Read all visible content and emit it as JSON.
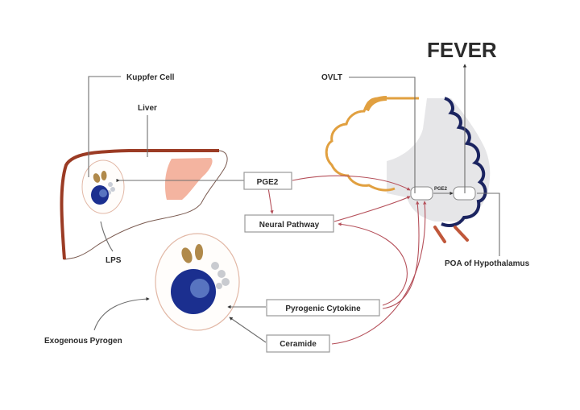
{
  "title": "FEVER",
  "labels": {
    "kupffer_cell": "Kuppfer Cell",
    "liver": "Liver",
    "lps": "LPS",
    "ovlt": "OVLT",
    "poa": "POA of Hypothalamus",
    "exogenous_pyrogen": "Exogenous Pyrogen",
    "pge2_small": "PGE2"
  },
  "boxes": {
    "pge2": "PGE2",
    "neural_pathway": "Neural Pathway",
    "pyrogenic_cytokine": "Pyrogenic Cytokine",
    "ceramide": "Ceramide"
  },
  "colors": {
    "liver_edge": "#9b3b24",
    "liver_patch": "#f4b4a0",
    "cell_outline": "#e2b8a6",
    "nucleus": "#1b2f8f",
    "nucleolus": "#5874c0",
    "granule": "#b0894a",
    "brain_orange": "#e1a040",
    "brain_navy": "#1b2460",
    "brain_gray": "#e6e6e8",
    "arrow_red": "#b5505a",
    "vessel": "#c0573a"
  }
}
